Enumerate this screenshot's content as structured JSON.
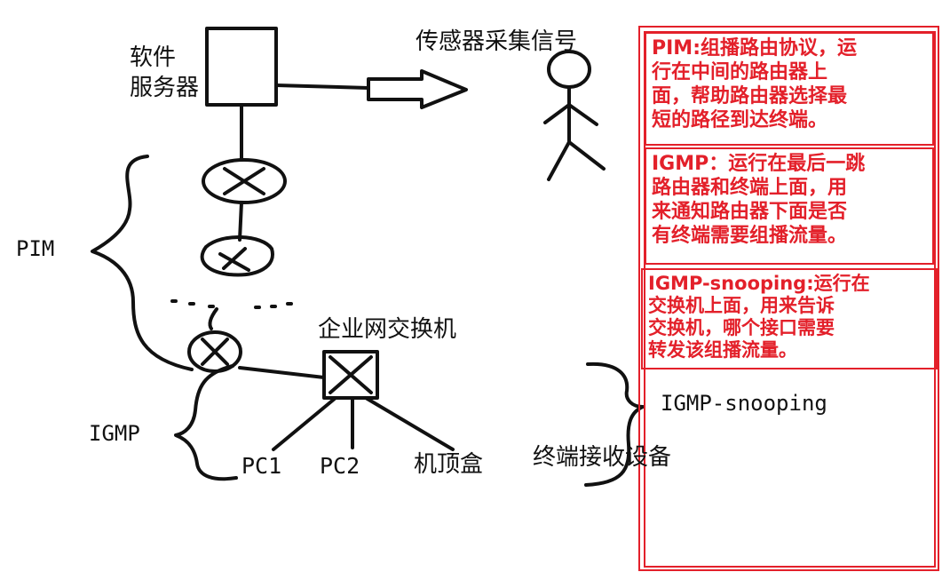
{
  "labels": {
    "software_server": [
      "软件",
      "服务器"
    ],
    "sensor_signal": "传感器采集信号",
    "pim": "PIM",
    "igmp": "IGMP",
    "enterprise_switch": "企业网交换机",
    "pc1": "PC1",
    "pc2": "PC2",
    "set_top_box": "机顶盒",
    "terminal_devices": "终端接收设备",
    "igmp_snooping": "IGMP-snooping"
  },
  "notes": {
    "pim": {
      "lines": [
        "PIM:组播路由协议，运",
        "行在中间的路由器上",
        "面，帮助路由器选择最",
        "短的路径到达终端。"
      ]
    },
    "igmp": {
      "lines": [
        "IGMP：运行在最后一跳",
        "路由器和终端上面，用",
        "来通知路由器下面是否",
        "有终端需要组播流量。"
      ]
    },
    "igmp_snooping": {
      "lines": [
        "IGMP-snooping:运行在",
        "交换机上面，用来告诉",
        "交换机，哪个接口需要",
        "转发该组播流量。"
      ]
    }
  },
  "colors": {
    "annotation": "#e3202a",
    "ink": "#111111"
  }
}
